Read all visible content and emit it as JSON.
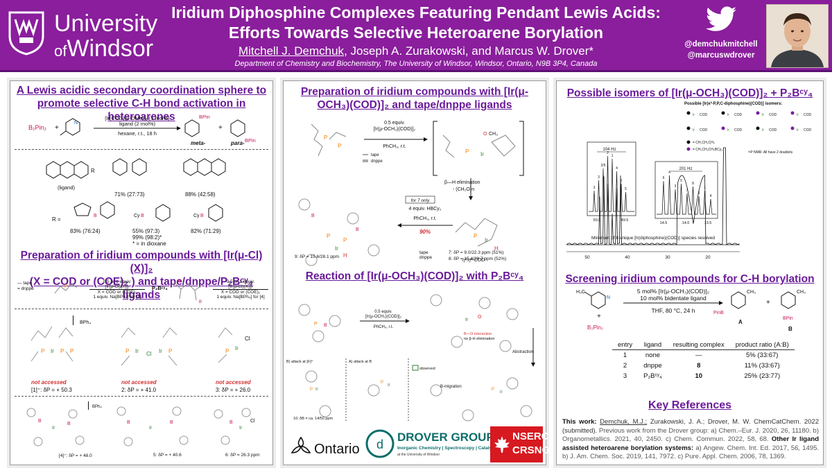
{
  "header": {
    "university_line1": "University",
    "university_of": "of",
    "university_line2": "Windsor",
    "title_line1": "Iridium Diphosphine Complexes Featuring Pendant Lewis Acids:",
    "title_line2": "Efforts Towards Selective Heteroarene Borylation",
    "author_1": "Mitchell J. Demchuk",
    "authors_rest": ", Joseph A. Zurakowski, and Marcus W. Drover*",
    "affiliation": "Department of Chemistry and Biochemistry, The University of Windsor, Windsor, Ontario, N9B 3P4, Canada",
    "handle_1": "@demchukmitchell",
    "handle_2": "@marcuswdrover"
  },
  "panel1": {
    "heading": "A Lewis acidic secondary coordination sphere to promote selective C-H bond activation in heteroarenes",
    "reagent": "B₂Pin₂",
    "catalyst": "[Ir(COD)(μ-OMe)]₂ (1 mol%)",
    "ligand_loading": "ligand (2 mol%)",
    "conditions": "hexane, r.t., 18 h",
    "meta": "meta-",
    "para": "para-",
    "bpin_1": "BPin",
    "bpin_2": "BPin",
    "ligand_label": "(ligand)",
    "yield_1": "71% (27:73)",
    "yield_2": "88% (42:58)",
    "r_label": "R =",
    "yield_3": "83% (76:24)",
    "yield_4": "55% (97:3)",
    "yield_4b": "99% (98:2)*",
    "dioxane_note": "* = in dioxane",
    "yield_5": "82% (71:29)",
    "heading2_line1": "Preparation of iridium compounds with [Ir(μ-Cl)(X)]₂",
    "heading2_line2": "(X = COD or (COE)₂ ) and tape/dnppe/P₂Bᶜʸ₄ ligands",
    "legend_tape": "tape",
    "legend_dnppe": "dnppe",
    "rxn2_cond1": "0.5 or 1 equiv.",
    "rxn2_cond2": "[Ir(μ-Cl)(X)]₂",
    "rxn2_cond3": "X = COD or (COE)₂",
    "rxn2_cond4": "1 equiv. Na[BPh₄] for [1]",
    "rxn2_cond4b": "1 equiv. Na[BPh₄] for [4]",
    "p2b_label": "P₂Bᶜʸ₄",
    "bph4": "BPh₄",
    "not_accessed": "not accessed",
    "cpd1": "[1]⁺: δP = + 50.3",
    "cpd2": "2: δP = + 41.0",
    "cpd3": "3: δP = + 26.0",
    "cpd4": "[4]⁺: δP = + 48.0",
    "cpd5": "5: δP = + 40.6",
    "cpd6": "6: δP = 26.3 ppm"
  },
  "panel2": {
    "heading": "Preparation of iridium compounds with [Ir(μ-OCH₃)(COD)]₂ and tape/dnppe ligands",
    "cond1": "0.5 equiv.",
    "cond2": "[Ir(μ-OCH₃)(COD)]₂",
    "cond3": "PhCH₃, r.t.",
    "legend_tape": "tape",
    "legend_dnppe": "dnppe",
    "beta_elim": "β—H elimination",
    "ch2o": "- (CH₂O)n",
    "for7": "for 7 only",
    "hbcy": "4 equiv. HBCy₂",
    "cond4": "PhCH₃, r.t.",
    "yield": "90%",
    "eta": "η³:η²-COD",
    "cpd7": "7: δP = 9.0/22.3 ppm (51%)",
    "cpd8": "8: δP = 15.4/28.7 ppm (52%)",
    "cpd9": "9: δP = 15.6/28.1 ppm",
    "heading2": "Reaction of [Ir(μ-OCH₃)(COD)]₂ with P₂Bᶜʸ₄",
    "attack_a": "A) attack at B",
    "attack_b": "B) attack at [Ir]⁴",
    "bo_note": "B—O interaction",
    "no_beta": "no β-H elimination",
    "abstraction": "Abstraction",
    "observed": "observed",
    "b_migration": "B-migration",
    "cpd10": "10: δB = ca. 14/50 ppm",
    "logo_ontario": "Ontario",
    "logo_drover": "DROVER GROUP",
    "logo_drover_sub": "Inorganic Chemistry | Spectroscopy | Catalysis",
    "logo_drover_sub2": "at the University of Windsor",
    "logo_nserc": "NSERC",
    "logo_crsng": "CRSNG"
  },
  "panel3": {
    "heading": "Possible isomers of [Ir(μ-OCH₃)(COD)]₂ + P₂Bᶜʸ₄",
    "isomers_title": "Possible [Ir(κ²-P,P,C-diphosphine)(COD)] isomers:",
    "cod": "COD",
    "legend_a": "= CH₂CH₂CH₃",
    "legend_b": "= CH₂CH₂CH₂BCy₂",
    "nmr_note": "³¹P NMR: All have 2 doublets",
    "hz1": "104 Hz",
    "hz2": "201 Hz",
    "x_ticks": [
      "50",
      "40",
      "30",
      "20"
    ],
    "inset1_ticks": [
      "50.0",
      "49.5"
    ],
    "inset2_ticks": [
      "14.5",
      "14.0",
      "13.5"
    ],
    "peak_labels_1": [
      "3",
      "3",
      "2/5",
      "2",
      "1",
      "4",
      "6",
      "5"
    ],
    "peak_labels_2": [
      "6",
      "4",
      "3",
      "5",
      "7",
      "8",
      "3",
      "1",
      "4"
    ],
    "spectrum_caption": "Minimum of 8 unique [Ir(diphosphine)(COD)] species resolved",
    "heading2": "Screening iridium compounds for C-H borylation",
    "cond1": "5 mol% [Ir(μ-OCH₃)(COD)]₂",
    "cond2": "10 mol% bidentate ligand",
    "cond3": "THF, 80 °C, 24 h",
    "reagent": "B₂Pin₂",
    "pinb": "PinB",
    "bpin": "BPin",
    "prod_a": "A",
    "prod_b": "B",
    "table_headers": [
      "entry",
      "ligand",
      "resulting complex",
      "product ratio (A:B)"
    ],
    "table_rows": [
      [
        "1",
        "none",
        "—",
        "5% (33:67)"
      ],
      [
        "2",
        "dnppe",
        "8",
        "11% (33:67)"
      ],
      [
        "3",
        "P₂Bᶜʸ₄",
        "10",
        "25% (23:77)"
      ]
    ],
    "refs_heading": "Key References",
    "refs_text_1": "This work:",
    "refs_text_2": "Demchuk, M.J.;",
    "refs_text_3": " Zurakowski, J. A.; Drover, M. W. ChemCatChem. 2022 (submitted).",
    "refs_text_4": " Previous work from the Drover group: a) Chem.–Eur. J. 2020, 26, 11180. b) Organometallics. 2021, 40, 2450. c) Chem. Commun. 2022, 58, 68.",
    "refs_text_5": " Other Ir ligand assisted heteroarene borylation systems:",
    "refs_text_6": " a) Angew. Chem. Int. Ed. 2017, 56, 1495. b) J. Am. Chem. Soc. 2019, 141, 7972. c) Pure. Appl. Chem. 2006, 78, 1369."
  },
  "colors": {
    "header_purple": "#8a1e9c",
    "heading_purple": "#6a1b9a",
    "boron_pink": "#c2185b",
    "phosphorus_orange": "#f57c00",
    "iridium_green": "#2e7d32",
    "accent_red": "#d32f2f"
  }
}
